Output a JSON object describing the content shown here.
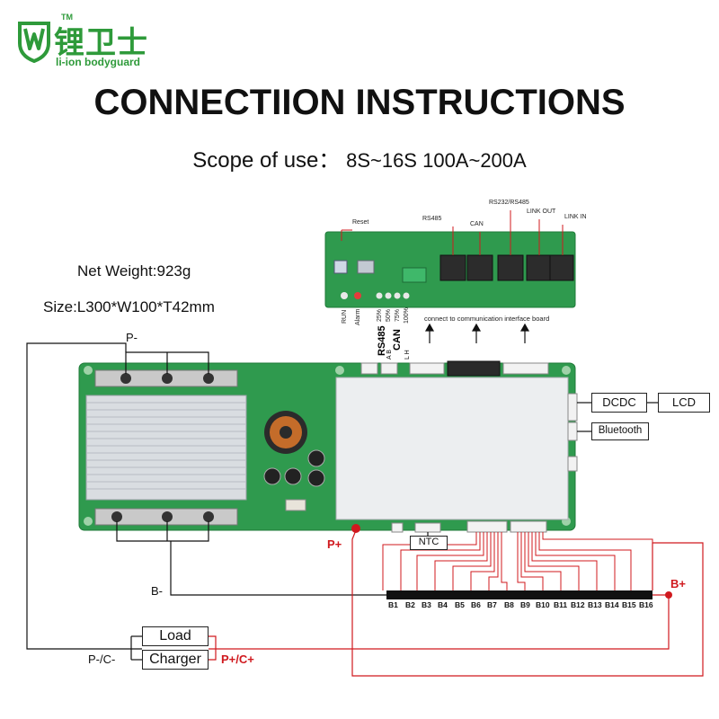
{
  "brand": {
    "tm": "TM",
    "name_cn": "锂卫士",
    "name_en": "li-ion bodyguard",
    "color": "#2e9a3a"
  },
  "title": "CONNECTIION INSTRUCTIONS",
  "scope": {
    "label": "Scope of use：",
    "value": "8S~16S 100A~200A"
  },
  "specs": {
    "weight": "Net Weight:923g",
    "size": "Size:L300*W100*T42mm"
  },
  "comm_board": {
    "labels": {
      "reset": "Reset",
      "rs485": "RS485",
      "can": "CAN",
      "rs232_485": "RS232/RS485",
      "link_out": "LINK OUT",
      "link_in": "LINK IN"
    },
    "bottom_labels": [
      "RUN",
      "Alarm",
      "25%",
      "50%",
      "75%",
      "100%"
    ],
    "connect_note": "connect to communication interface board"
  },
  "ports": {
    "rs485": "RS485",
    "rs485_pins": "A B",
    "can": "CAN",
    "can_pins": "L H"
  },
  "boxes": {
    "dcdc": "DCDC",
    "lcd": "LCD",
    "bluetooth": "Bluetooth",
    "ntc": "NTC",
    "load": "Load",
    "charger": "Charger"
  },
  "labels": {
    "p_minus": "P-",
    "b_minus": "B-",
    "p_plus": "P+",
    "b_plus": "B+",
    "pc_minus": "P-/C-",
    "pc_plus": "P+/C+"
  },
  "battery": {
    "cells": [
      "B1",
      "B2",
      "B3",
      "B4",
      "B5",
      "B6",
      "B7",
      "B8",
      "B9",
      "B10",
      "B11",
      "B12",
      "B13",
      "B14",
      "B15",
      "B16"
    ]
  },
  "colors": {
    "board": "#2f9a4e",
    "board_dark": "#1f7a38",
    "wire_red": "#d0191e",
    "wire_black": "#111111",
    "heatsink": "#d9dde1"
  }
}
